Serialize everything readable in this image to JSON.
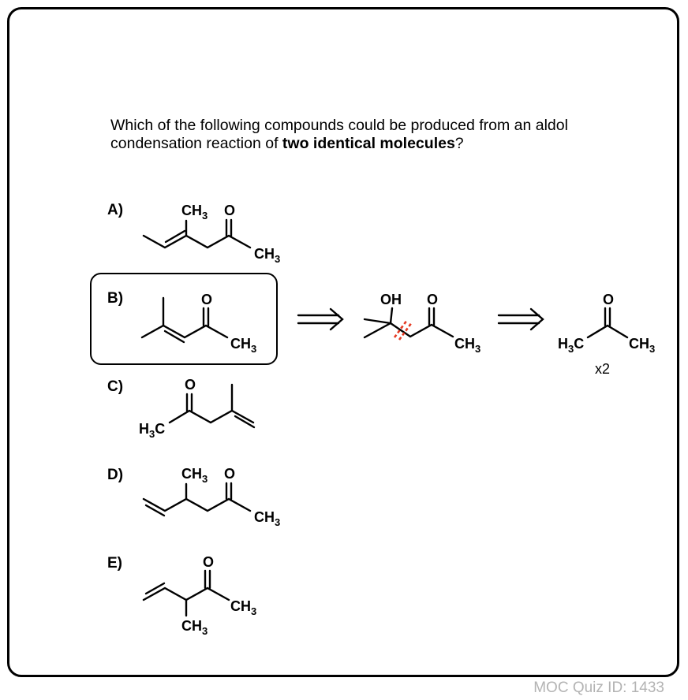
{
  "question": {
    "text_before": "Which of the following compounds could be produced from an aldol condensation reaction of ",
    "bold": "two identical molecules",
    "text_after": "?"
  },
  "options": [
    {
      "label": "A)"
    },
    {
      "label": "B)"
    },
    {
      "label": "C)"
    },
    {
      "label": "D)"
    },
    {
      "label": "E)"
    }
  ],
  "atoms": {
    "ch": "CH",
    "three": "3",
    "o": "O",
    "oh": "OH",
    "h": "H",
    "c": "C"
  },
  "multiplier": "x2",
  "quiz_id": "MOC Quiz ID: 1433",
  "colors": {
    "border": "#000000",
    "cut_mark": "#e53a23",
    "quiz_id": "#b3b3b3"
  },
  "selected_option": "B)"
}
